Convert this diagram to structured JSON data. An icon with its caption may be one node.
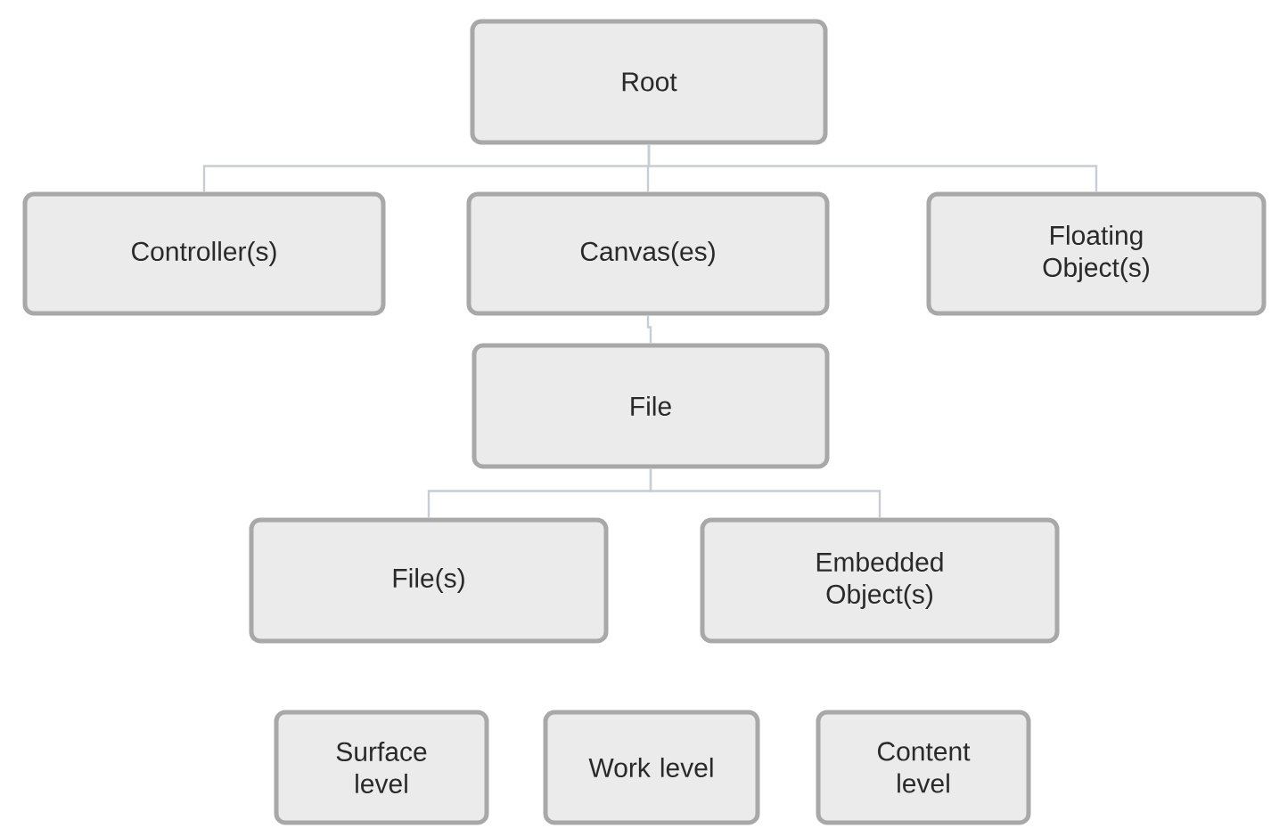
{
  "diagram": {
    "nodes": [
      {
        "text": [
          "Root"
        ]
      },
      {
        "text": [
          "Controller(s)"
        ]
      },
      {
        "text": [
          "Canvas(es)"
        ]
      },
      {
        "text": [
          "Floating Object(s)"
        ]
      },
      {
        "text": [
          "File"
        ]
      },
      {
        "text": [
          "File(s)"
        ]
      },
      {
        "text": [
          "Embedded Object(s)"
        ]
      },
      {
        "text": [
          "Surface level"
        ]
      },
      {
        "text": [
          "Work level"
        ]
      },
      {
        "text": [
          "Content level"
        ]
      }
    ],
    "edges": [
      {
        "from": 0,
        "to": 1,
        "arrow": "none"
      },
      {
        "from": 0,
        "to": 2,
        "arrow": "none"
      },
      {
        "from": 0,
        "to": 3,
        "arrow": "none"
      },
      {
        "from": 2,
        "to": 4,
        "arrow": "none"
      },
      {
        "from": 4,
        "to": 5,
        "arrow": "none"
      },
      {
        "from": 4,
        "to": 6,
        "arrow": "none"
      }
    ]
  }
}
